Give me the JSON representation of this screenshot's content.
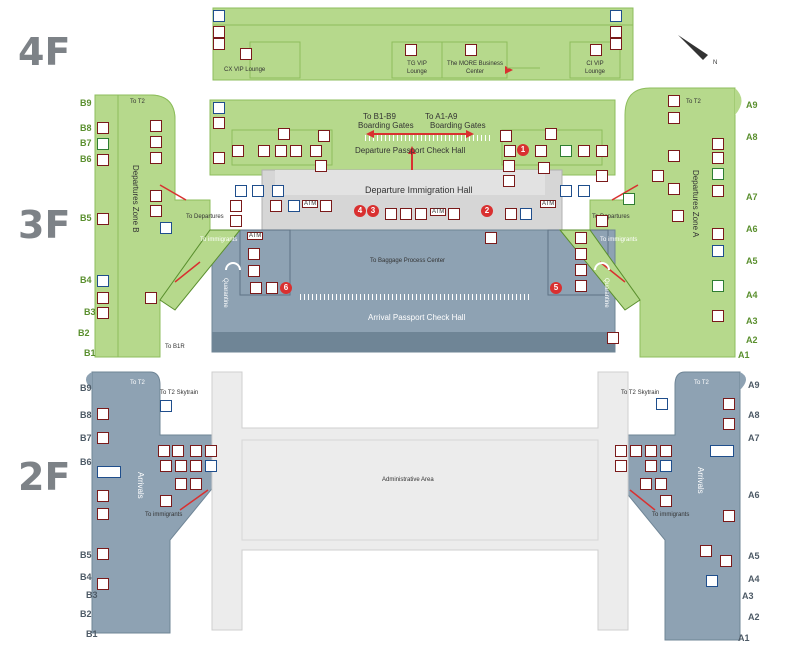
{
  "floors": {
    "f4": "4F",
    "f3": "3F",
    "f2": "2F"
  },
  "colors": {
    "green": "#b6d98c",
    "green_dark": "#8dbd5c",
    "steel": "#8ea2b3",
    "steel_dark": "#6f8596",
    "gray": "#d6d6d6",
    "gray_light": "#ececec",
    "accent_red": "#d93030",
    "icon_red": "#7a1a1a"
  },
  "floor4": {
    "lounges": [
      "CX VIP Lounge",
      "TG VIP Lounge",
      "The MORE Business Center",
      "CI VIP Lounge"
    ]
  },
  "floor3": {
    "to_b1_b9": "To B1-B9",
    "to_a1_a9": "To A1-A9",
    "boarding_gates_left": "Boarding Gates",
    "boarding_gates_right": "Boarding Gates",
    "departure_passport": "Departure Passport Check Hall",
    "departure_immigration": "Departure Immigration Hall",
    "to_baggage": "To Baggage Process Center",
    "arrival_passport": "Arrival Passport Check Hall",
    "zone_b": "Departures Zone B",
    "zone_a": "Departures Zone A",
    "to_departures_left": "To Departures",
    "to_departures_right": "To Departures",
    "to_immigrants_left": "To immigrants",
    "to_immigrants_right": "To immigrants",
    "quarantine_left": "Quarantine",
    "quarantine_right": "Quarantine",
    "to_t2_left": "To T2",
    "to_t2_right": "To T2",
    "to_b1r": "To B1R",
    "atm": "ATM",
    "markers": [
      "1",
      "2",
      "3",
      "4",
      "5",
      "6"
    ],
    "gates_b": [
      "B9",
      "B8",
      "B7",
      "B6",
      "B5",
      "B4",
      "B3",
      "B2",
      "B1"
    ],
    "gates_a": [
      "A9",
      "A8",
      "A7",
      "A6",
      "A5",
      "A4",
      "A3",
      "A2",
      "A1"
    ]
  },
  "floor2": {
    "to_t2_left": "To T2",
    "to_t2_right": "To T2",
    "skytrain_left": "To T2 Skytrain",
    "skytrain_right": "To T2 Skytrain",
    "arrivals_left": "Arrivals",
    "arrivals_right": "Arrivals",
    "to_immigrants_left": "To immigrants",
    "to_immigrants_right": "To immigrants",
    "admin_area": "Administrative Area",
    "gates_b": [
      "B9",
      "B8",
      "B7",
      "B6",
      "B5",
      "B4",
      "B3",
      "B2",
      "B1"
    ],
    "gates_a": [
      "A9",
      "A8",
      "A7",
      "A6",
      "A5",
      "A4",
      "A3",
      "A2",
      "A1"
    ]
  },
  "compass": {
    "north": "N"
  }
}
